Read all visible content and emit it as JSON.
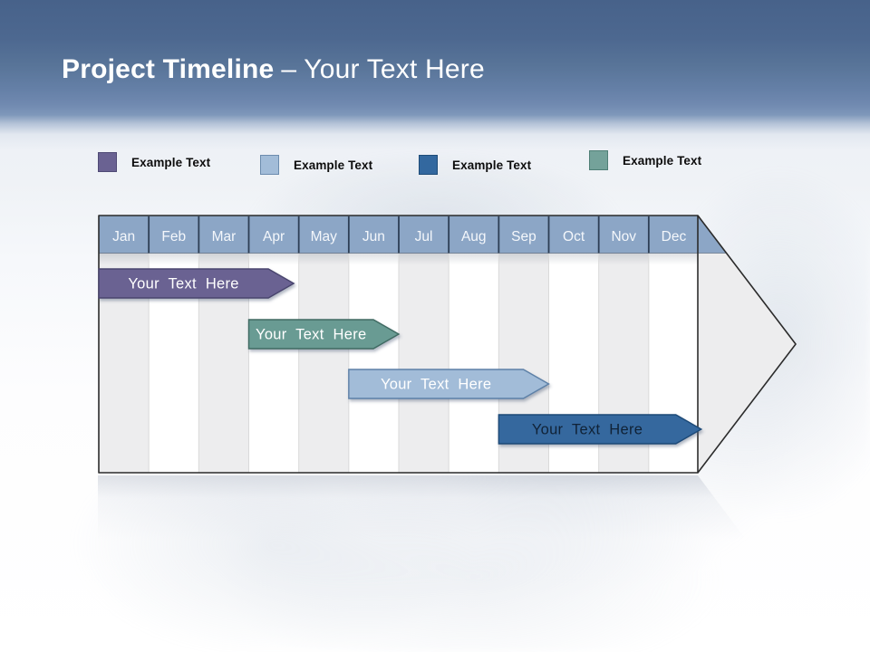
{
  "title": {
    "main": "Project Timeline",
    "separator": "–",
    "sub": "Your Text Here"
  },
  "legend": {
    "items": [
      {
        "label": "Example Text",
        "color": "#6a6292",
        "border": "#4f4a75"
      },
      {
        "label": "Example Text",
        "color": "#a2bcd8",
        "border": "#6c8cae"
      },
      {
        "label": "Example Text",
        "color": "#33689f",
        "border": "#1e4c78"
      },
      {
        "label": "Example Text",
        "color": "#74a29a",
        "border": "#4f7f76"
      }
    ]
  },
  "chart_data": {
    "type": "timeline",
    "title": "Project Timeline",
    "categories": [
      "Jan",
      "Feb",
      "Mar",
      "Apr",
      "May",
      "Jun",
      "Jul",
      "Aug",
      "Sep",
      "Oct",
      "Nov",
      "Dec"
    ],
    "header_color": "#8ca6c6",
    "column_colors": [
      "#ededee",
      "#ffffff"
    ],
    "arrow_outline_color": "#2b2b2b",
    "bars": [
      {
        "label": "Your Text Here",
        "row": 0,
        "start_month": "Jan",
        "end_month": "Apr",
        "start": 0,
        "end": 3.9,
        "fill": "#6a6292",
        "border": "#4a456e",
        "text_color": "#ffffff"
      },
      {
        "label": "Your Text Here",
        "row": 1,
        "start_month": "Apr",
        "end_month": "Jun",
        "start": 3,
        "end": 6,
        "fill": "#699b93",
        "border": "#3f6a62",
        "text_color": "#ffffff"
      },
      {
        "label": "Your Text Here",
        "row": 2,
        "start_month": "Jun",
        "end_month": "Sep",
        "start": 5,
        "end": 9,
        "fill": "#a2bcd8",
        "border": "#5d80a7",
        "text_color": "#ffffff"
      },
      {
        "label": "Your Text Here",
        "row": 3,
        "start_month": "Sep",
        "end_month": "Dec",
        "start": 8,
        "end": 12.05,
        "fill": "#34689e",
        "border": "#1c4a77",
        "text_color": "#102236"
      }
    ]
  }
}
